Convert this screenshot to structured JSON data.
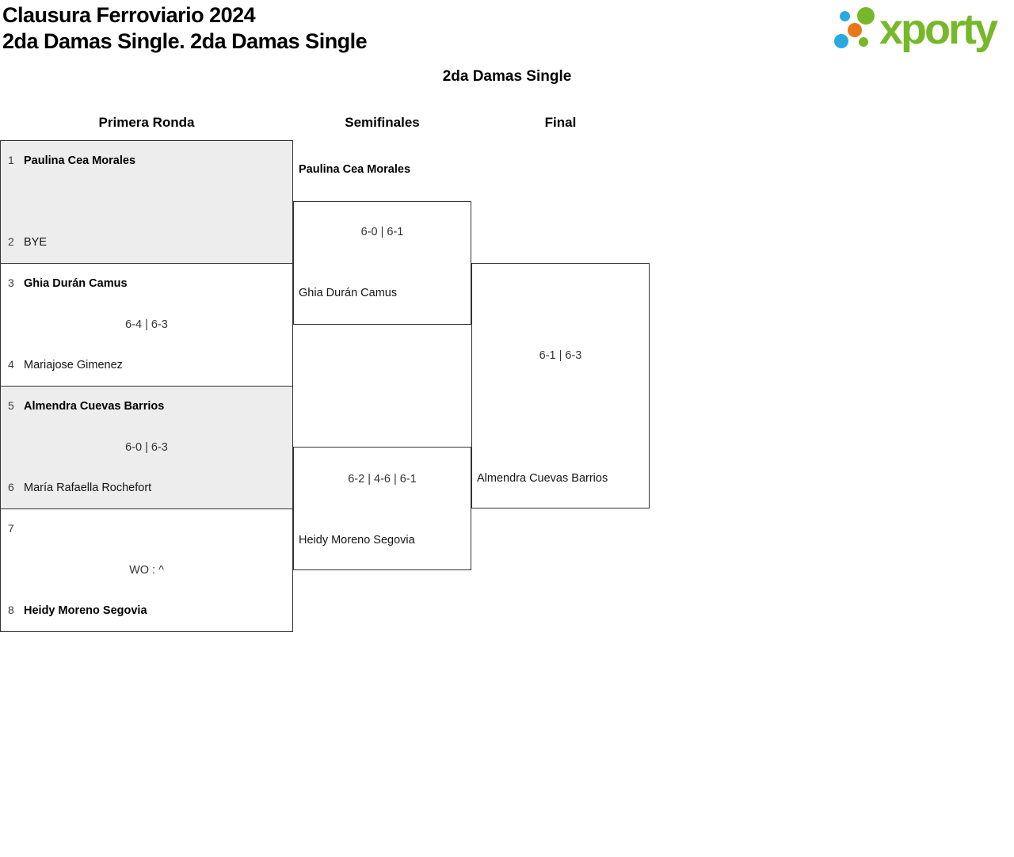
{
  "header": {
    "title": "Clausura Ferroviario 2024",
    "subtitle": "2da Damas Single. 2da Damas Single"
  },
  "logo": {
    "text": "xporty",
    "colors": {
      "green": "#76b82a",
      "blue": "#29a9e0",
      "orange": "#e87817"
    }
  },
  "bracket": {
    "heading": "2da Damas Single",
    "round_headers": [
      "Primera Ronda",
      "Semifinales",
      "Final"
    ],
    "round1": [
      {
        "seed_top": "1",
        "name_top": "Paulina Cea Morales",
        "score": "",
        "seed_bottom": "2",
        "name_bottom": "BYE"
      },
      {
        "seed_top": "3",
        "name_top": "Ghia Durán Camus",
        "score": "6-4 | 6-3",
        "seed_bottom": "4",
        "name_bottom": "Mariajose Gimenez"
      },
      {
        "seed_top": "5",
        "name_top": "Almendra Cuevas Barrios",
        "score": "6-0 | 6-3",
        "seed_bottom": "6",
        "name_bottom": "María Rafaella Rochefort"
      },
      {
        "seed_top": "7",
        "name_top": "",
        "score": "WO : ^",
        "seed_bottom": "8",
        "name_bottom": "Heidy Moreno Segovia"
      }
    ],
    "semifinals": [
      {
        "name_top": "Paulina Cea Morales",
        "score": "6-0 | 6-1",
        "name_bottom": "Ghia Durán Camus"
      },
      {
        "name_top": "",
        "score": "6-2 | 4-6 | 6-1",
        "name_bottom": "Heidy Moreno Segovia"
      }
    ],
    "final": {
      "name_top": "",
      "score": "6-1 | 6-3",
      "name_bottom": "Almendra Cuevas Barrios"
    }
  }
}
